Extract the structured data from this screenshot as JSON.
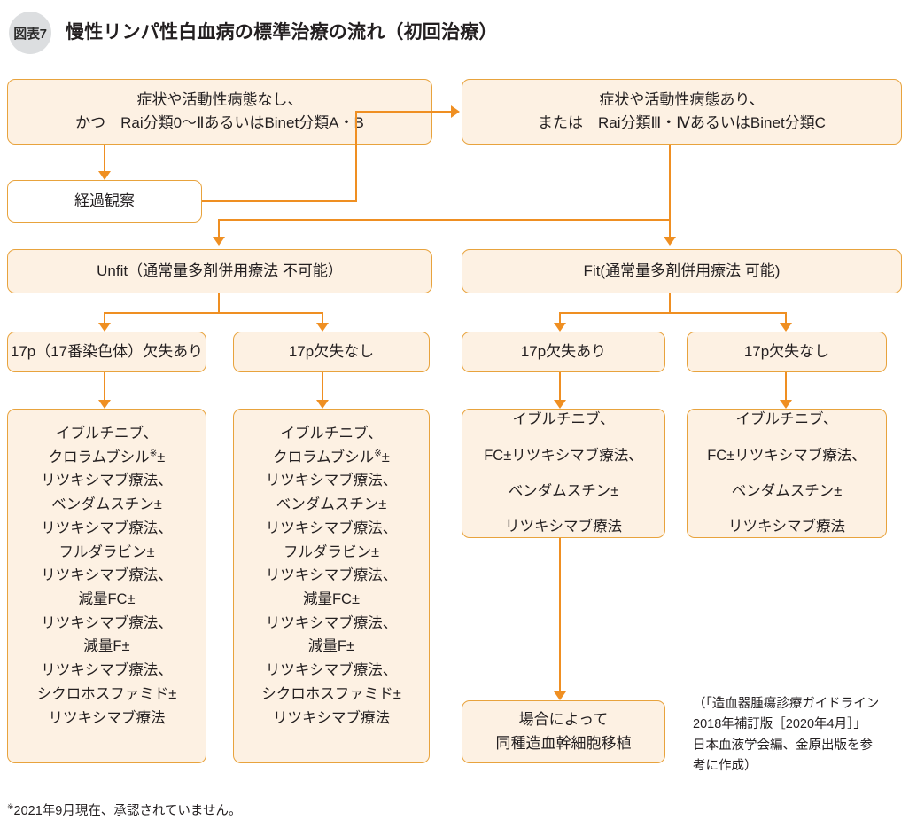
{
  "header": {
    "badge": "図表7",
    "title": "慢性リンパ性白血病の標準治療の流れ（初回治療）"
  },
  "nodes": {
    "no_symptoms": {
      "lines": [
        "症状や活動性病態なし、",
        "かつ　Rai分類0〜Ⅱあるいは Binet分類A・B"
      ],
      "line1": "症状や活動性病態なし、",
      "line2": "かつ　Rai分類0〜ⅡあるいはBinet分類A・B"
    },
    "symptoms": {
      "line1": "症状や活動性病態あり、",
      "line2": "または　Rai分類Ⅲ・ⅣあるいはBinet分類C"
    },
    "observation": {
      "label": "経過観察"
    },
    "unfit": {
      "label": "Unfit（通常量多剤併用療法 不可能）"
    },
    "fit": {
      "label": "Fit(通常量多剤併用療法 可能)"
    },
    "unfit_del17p": {
      "label": "17p（17番染色体）欠失あり"
    },
    "unfit_no_del17p": {
      "label": "17p欠失なし"
    },
    "fit_del17p": {
      "label": "17p欠失あり"
    },
    "fit_no_del17p": {
      "label": "17p欠失なし"
    },
    "transplant": {
      "line1": "場合によって",
      "line2": "同種造血幹細胞移植"
    }
  },
  "treatments": {
    "unfit_del17p": [
      "イブルチニブ、",
      "クロラムブシル※±",
      "リツキシマブ療法、",
      "ベンダムスチン±",
      "リツキシマブ療法、",
      "フルダラビン±",
      "リツキシマブ療法、",
      "減量FC±",
      "リツキシマブ療法、",
      "減量F±",
      "リツキシマブ療法、",
      "シクロホスファミド±",
      "リツキシマブ療法"
    ],
    "unfit_no_del17p": [
      "イブルチニブ、",
      "クロラムブシル※±",
      "リツキシマブ療法、",
      "ベンダムスチン±",
      "リツキシマブ療法、",
      "フルダラビン±",
      "リツキシマブ療法、",
      "減量FC±",
      "リツキシマブ療法、",
      "減量F±",
      "リツキシマブ療法、",
      "シクロホスファミド±",
      "リツキシマブ療法"
    ],
    "fit_del17p": [
      "イブルチニブ、",
      "FC±リツキシマブ療法、",
      "ベンダムスチン±",
      "リツキシマブ療法"
    ],
    "fit_no_del17p": [
      "イブルチニブ、",
      "FC±リツキシマブ療法、",
      "ベンダムスチン±",
      "リツキシマブ療法"
    ]
  },
  "credit": {
    "line1": "（「造血器腫瘍診療ガイドライン",
    "line2": "2018年補訂版［2020年4月］」",
    "line3": "日本血液学会編、金原出版を参",
    "line4": "考に作成）"
  },
  "footnote": {
    "marker": "※",
    "text": "2021年9月現在、承認されていません。"
  },
  "colors": {
    "box_fill": "#fdf1e3",
    "box_border": "#e8a33d",
    "connector": "#ef8f22",
    "badge_bg": "#dcdee0",
    "text": "#231f20",
    "page_bg": "#ffffff"
  }
}
